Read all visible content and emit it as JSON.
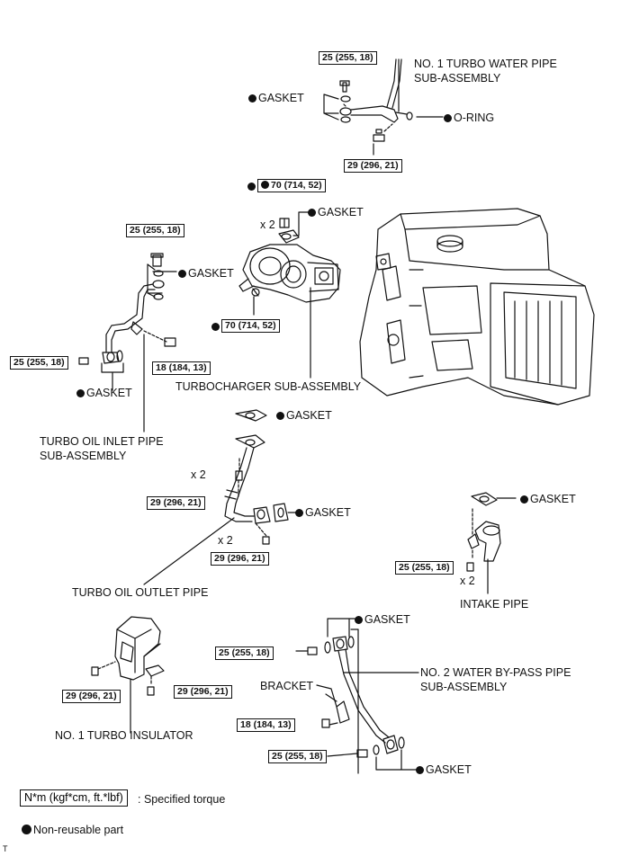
{
  "torques": {
    "water_pipe_top": "25 (255, 18)",
    "water_pipe_bottom": "29 (296, 21)",
    "turbo_top": "70 (714, 52)",
    "turbo_bottom": "70 (714, 52)",
    "oil_inlet_top": "25 (255, 18)",
    "oil_inlet_left": "25 (255, 18)",
    "oil_inlet_right": "18 (184, 13)",
    "oil_outlet_top": "29 (296, 21)",
    "oil_outlet_bottom": "29 (296, 21)",
    "intake": "25 (255, 18)",
    "insulator_left": "29 (296, 21)",
    "insulator_right": "29 (296, 21)",
    "bypass_top": "25 (255, 18)",
    "bypass_bracket": "18 (184, 13)",
    "bypass_bottom": "25 (255, 18)"
  },
  "labels": {
    "water_pipe_line1": "NO. 1 TURBO WATER PIPE",
    "water_pipe_line2": "SUB-ASSEMBLY",
    "gasket": "GASKET",
    "o_ring": "O-RING",
    "times2": "x 2",
    "turbocharger": "TURBOCHARGER SUB-ASSEMBLY",
    "oil_inlet_line1": "TURBO OIL INLET PIPE",
    "oil_inlet_line2": "SUB-ASSEMBLY",
    "oil_outlet": "TURBO OIL OUTLET PIPE",
    "intake_pipe": "INTAKE PIPE",
    "bypass_line1": "NO. 2 WATER BY-PASS PIPE",
    "bypass_line2": "SUB-ASSEMBLY",
    "bracket": "BRACKET",
    "insulator": "NO. 1 TURBO INSULATOR"
  },
  "legend": {
    "torque_box": "N*m (kgf*cm, ft.*lbf)",
    "torque_desc": ": Specified torque",
    "nonreusable": "Non-reusable part"
  },
  "corner_mark": "T"
}
